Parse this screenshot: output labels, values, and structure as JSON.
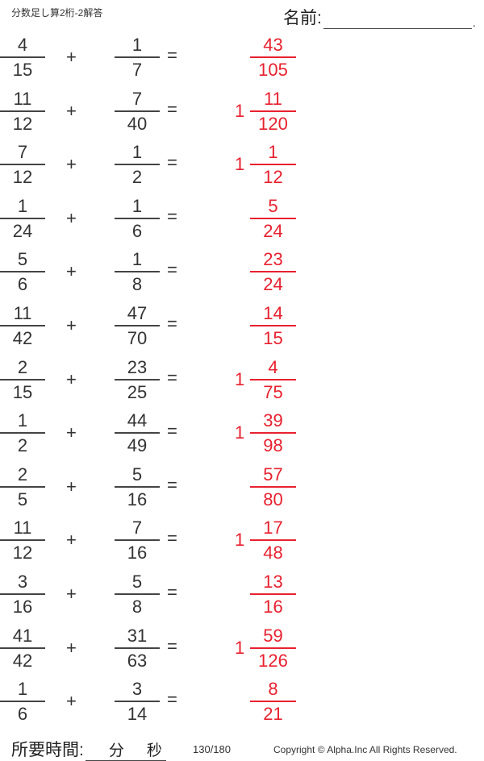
{
  "header": {
    "title": "分数足し算2桁-2解答",
    "name_label": "名前:",
    "name_end": "."
  },
  "operators": {
    "plus": "+",
    "equals": "="
  },
  "problems": [
    {
      "a_num": "4",
      "a_den": "15",
      "b_num": "1",
      "b_den": "7",
      "ans_whole": "",
      "ans_num": "43",
      "ans_den": "105"
    },
    {
      "a_num": "11",
      "a_den": "12",
      "b_num": "7",
      "b_den": "40",
      "ans_whole": "1",
      "ans_num": "11",
      "ans_den": "120"
    },
    {
      "a_num": "7",
      "a_den": "12",
      "b_num": "1",
      "b_den": "2",
      "ans_whole": "1",
      "ans_num": "1",
      "ans_den": "12"
    },
    {
      "a_num": "1",
      "a_den": "24",
      "b_num": "1",
      "b_den": "6",
      "ans_whole": "",
      "ans_num": "5",
      "ans_den": "24"
    },
    {
      "a_num": "5",
      "a_den": "6",
      "b_num": "1",
      "b_den": "8",
      "ans_whole": "",
      "ans_num": "23",
      "ans_den": "24"
    },
    {
      "a_num": "11",
      "a_den": "42",
      "b_num": "47",
      "b_den": "70",
      "ans_whole": "",
      "ans_num": "14",
      "ans_den": "15"
    },
    {
      "a_num": "2",
      "a_den": "15",
      "b_num": "23",
      "b_den": "25",
      "ans_whole": "1",
      "ans_num": "4",
      "ans_den": "75"
    },
    {
      "a_num": "1",
      "a_den": "2",
      "b_num": "44",
      "b_den": "49",
      "ans_whole": "1",
      "ans_num": "39",
      "ans_den": "98"
    },
    {
      "a_num": "2",
      "a_den": "5",
      "b_num": "5",
      "b_den": "16",
      "ans_whole": "",
      "ans_num": "57",
      "ans_den": "80"
    },
    {
      "a_num": "11",
      "a_den": "12",
      "b_num": "7",
      "b_den": "16",
      "ans_whole": "1",
      "ans_num": "17",
      "ans_den": "48"
    },
    {
      "a_num": "3",
      "a_den": "16",
      "b_num": "5",
      "b_den": "8",
      "ans_whole": "",
      "ans_num": "13",
      "ans_den": "16"
    },
    {
      "a_num": "41",
      "a_den": "42",
      "b_num": "31",
      "b_den": "63",
      "ans_whole": "1",
      "ans_num": "59",
      "ans_den": "126"
    },
    {
      "a_num": "1",
      "a_den": "6",
      "b_num": "3",
      "b_den": "14",
      "ans_whole": "",
      "ans_num": "8",
      "ans_den": "21"
    }
  ],
  "footer": {
    "time_label": "所要時間:",
    "minutes_label": "分",
    "seconds_label": "秒",
    "page": "130/180",
    "copyright": "Copyright ©  Alpha.Inc All Rights Reserved."
  },
  "colors": {
    "answer": "#e8212f",
    "text": "#333333"
  }
}
